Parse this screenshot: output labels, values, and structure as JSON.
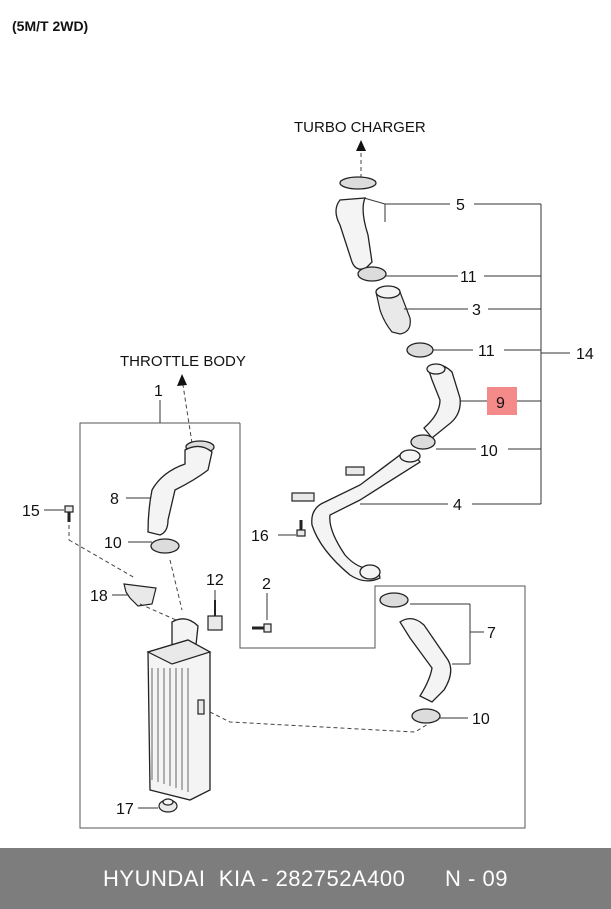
{
  "variant": "(5M/T 2WD)",
  "labels": {
    "turbo": "TURBO CHARGER",
    "throttle": "THROTTLE BODY"
  },
  "callouts": {
    "c1": "1",
    "c2": "2",
    "c3": "3",
    "c4": "4",
    "c5": "5",
    "c7": "7",
    "c8": "8",
    "c9": "9",
    "c10a": "10",
    "c10b": "10",
    "c10c": "10",
    "c11a": "11",
    "c11b": "11",
    "c12": "12",
    "c14": "14",
    "c15": "15",
    "c16": "16",
    "c17": "17",
    "c18": "18"
  },
  "highlight_color": "#f58a8a",
  "footer": {
    "brand": "HYUNDAI  KIA - 282752A400",
    "page": "N - 09"
  }
}
